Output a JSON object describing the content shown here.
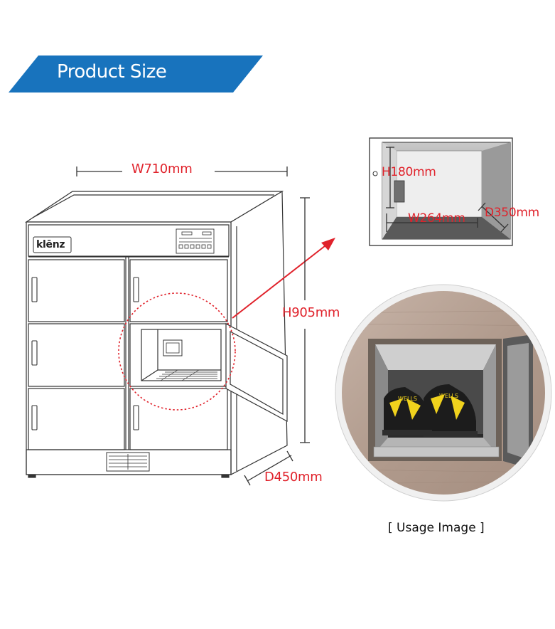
{
  "banner": {
    "title": "Product Size",
    "color": "#1873bd"
  },
  "brand": {
    "logo_text": "klēnz"
  },
  "dimensions": {
    "width": "W710mm",
    "height": "H905mm",
    "depth": "D450mm",
    "inner_height": "H180mm",
    "inner_width": "W264mm",
    "inner_depth": "D350mm"
  },
  "shoe_brand": "WELLS",
  "caption": "[ Usage Image ]",
  "colors": {
    "dimension_text": "#e0222b",
    "line": "#333333",
    "wood": "#b39c8f"
  }
}
